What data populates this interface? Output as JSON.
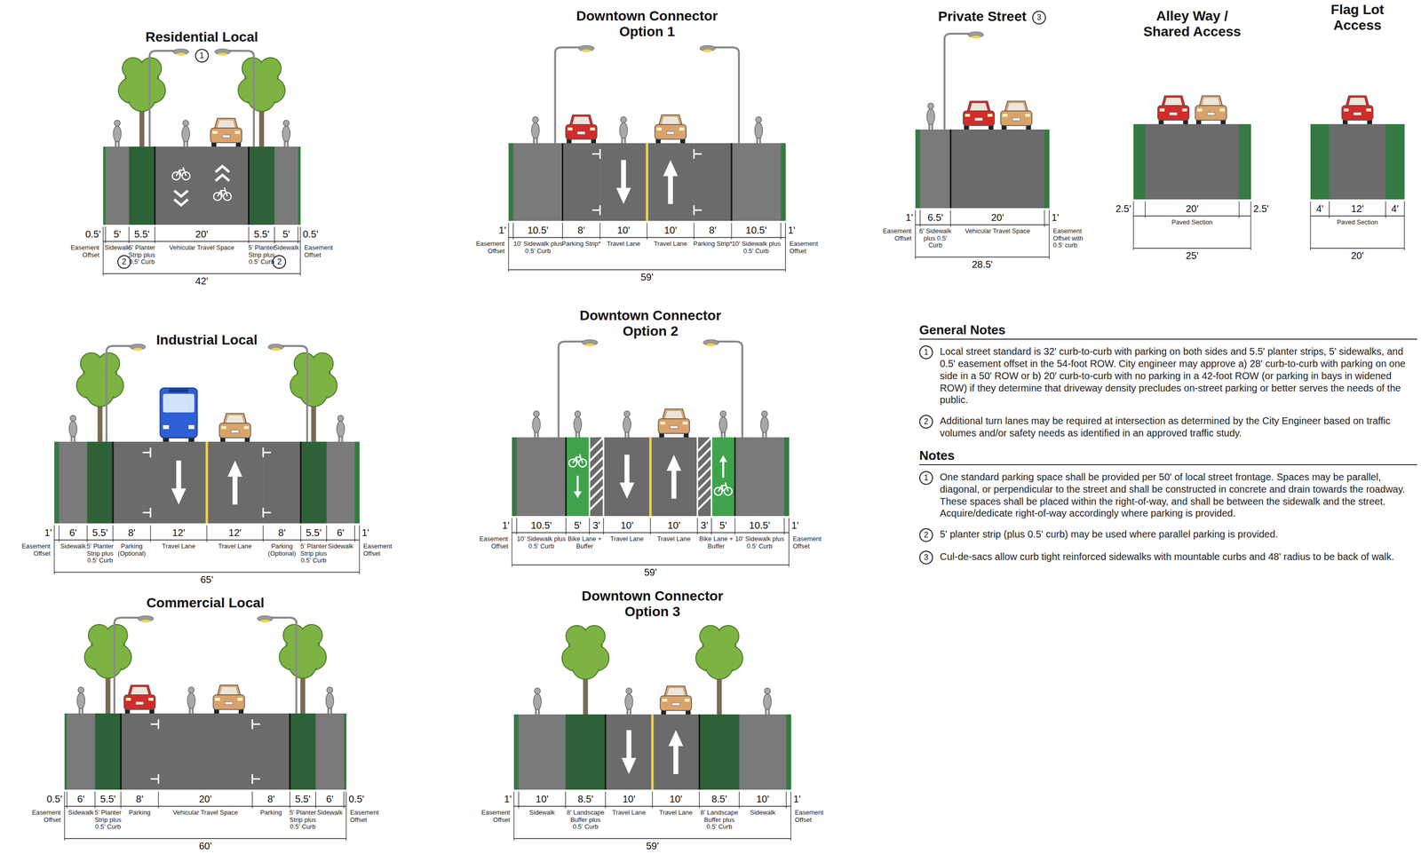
{
  "diagram": {
    "labels": [
      "Residential Local",
      "1",
      "2",
      "2",
      "0.5'",
      "5'",
      "5.5'",
      "20'",
      "5.5'",
      "5'",
      "0.5'",
      "Easement Offset",
      "Sidewalk",
      "5' Planter Strip plus 0.5' Curb",
      "Vehicular Travel Space",
      "5' Planter Strip plus 0.5' Curb",
      "Sidewalk",
      "Easement Offset",
      "42'",
      "Downtown Connector Option 1",
      "1'",
      "10.5'",
      "8'",
      "10'",
      "10'",
      "8'",
      "10.5'",
      "1'",
      "Easement Offset",
      "10' Sidewalk plus 0.5' Curb",
      "Parking Strip*",
      "Travel Lane",
      "Travel Lane",
      "Parking Strip*",
      "10' Sidewalk plus 0.5' Curb",
      "Easement Offset",
      "59'",
      "Private Street",
      "3",
      "1'",
      "6.5'",
      "20'",
      "1'",
      "Easement Offset",
      "6' Sidewalk plus 0.5' Curb",
      "Vehicular Travel Space",
      "Easement Offset with 0.5' curb",
      "28.5'",
      "Alley Way / Shared Access",
      "2.5'",
      "20'",
      "2.5'",
      "Paved Section",
      "25'",
      "Flag Lot Access",
      "4'",
      "12'",
      "4'",
      "Paved Section",
      "20'",
      "Industrial Local",
      "1'",
      "6'",
      "5.5'",
      "8'",
      "12'",
      "12'",
      "8'",
      "5.5'",
      "6'",
      "1'",
      "Easement Offset",
      "Sidewalk",
      "5' Planter Strip plus 0.5' Curb",
      "Parking (Optional)",
      "Travel Lane",
      "Travel Lane",
      "Parking (Optional)",
      "5' Planter Strip plus 0.5' Curb",
      "Sidewalk",
      "Easement Offset",
      "65'",
      "Downtown Connector Option 2",
      "1'",
      "10.5'",
      "5'",
      "3'",
      "10'",
      "10'",
      "3'",
      "5'",
      "10.5'",
      "1'",
      "Easement Offset",
      "10' Sidewalk plus 0.5' Curb",
      "Bike Lane + Buffer",
      "Travel Lane",
      "Travel Lane",
      "Bike Lane + Buffer",
      "10' Sidewalk plus 0.5' Curb",
      "Easement Offset",
      "59'",
      "Commercial Local",
      "0.5'",
      "6'",
      "5.5'",
      "8'",
      "20'",
      "8'",
      "5.5'",
      "6'",
      "0.5'",
      "Easement Offset",
      "Sidewalk",
      "5' Planter Strip plus 0.5' Curb",
      "Parking",
      "Vehicular Travel Space",
      "Parking",
      "5' Planter Strip plus 0.5' Curb",
      "Sidewalk",
      "Easement Offset",
      "60'",
      "Downtown Connector Option 3",
      "1'",
      "10'",
      "8.5'",
      "10'",
      "10'",
      "8.5'",
      "10'",
      "1'",
      "Easement Offset",
      "Sidewalk",
      "8' Landscape Buffer plus 0.5' Curb",
      "Travel Lane",
      "Travel Lane",
      "8' Landscape Buffer plus 0.5' Curb",
      "Sidewalk",
      "Easement Offset",
      "59'",
      "General Notes",
      "1",
      "Local street standard is 32' curb-to-curb with parking on both sides and 5.5' planter strips, 5' sidewalks, and 0.5' easement offset in the 54-foot ROW.  City engineer may approve a) 28' curb-to-curb with parking on one side in a 50' ROW or b) 20' curb-to-curb with no parking in a 42-foot ROW (or parking in bays in widened ROW) if they determine that driveway density precludes on-street parking or better serves the needs of the public.",
      "2",
      "Additional turn lanes may be required at intersection as determined by the City Engineer based on traffic volumes and/or safety needs as identified in an approved traffic study.",
      "Notes",
      "1",
      "One standard parking space shall be provided per 50' of local street frontage. Spaces may be parallel, diagonal, or perpendicular to the street and shall be constructed in concrete and drain towards the roadway. These spaces shall be placed within the right-of-way, and shall be between the sidewalk and the street. Acquire/dedicate right-of-way accordingly where parking is provided.",
      "2",
      "5' planter strip (plus 0.5' curb) may be used where parallel parking is provided.",
      "3",
      "Cul-de-sacs allow curb tight reinforced sidewalks with mountable curbs and 48' radius to be back of walk."
    ]
  }
}
